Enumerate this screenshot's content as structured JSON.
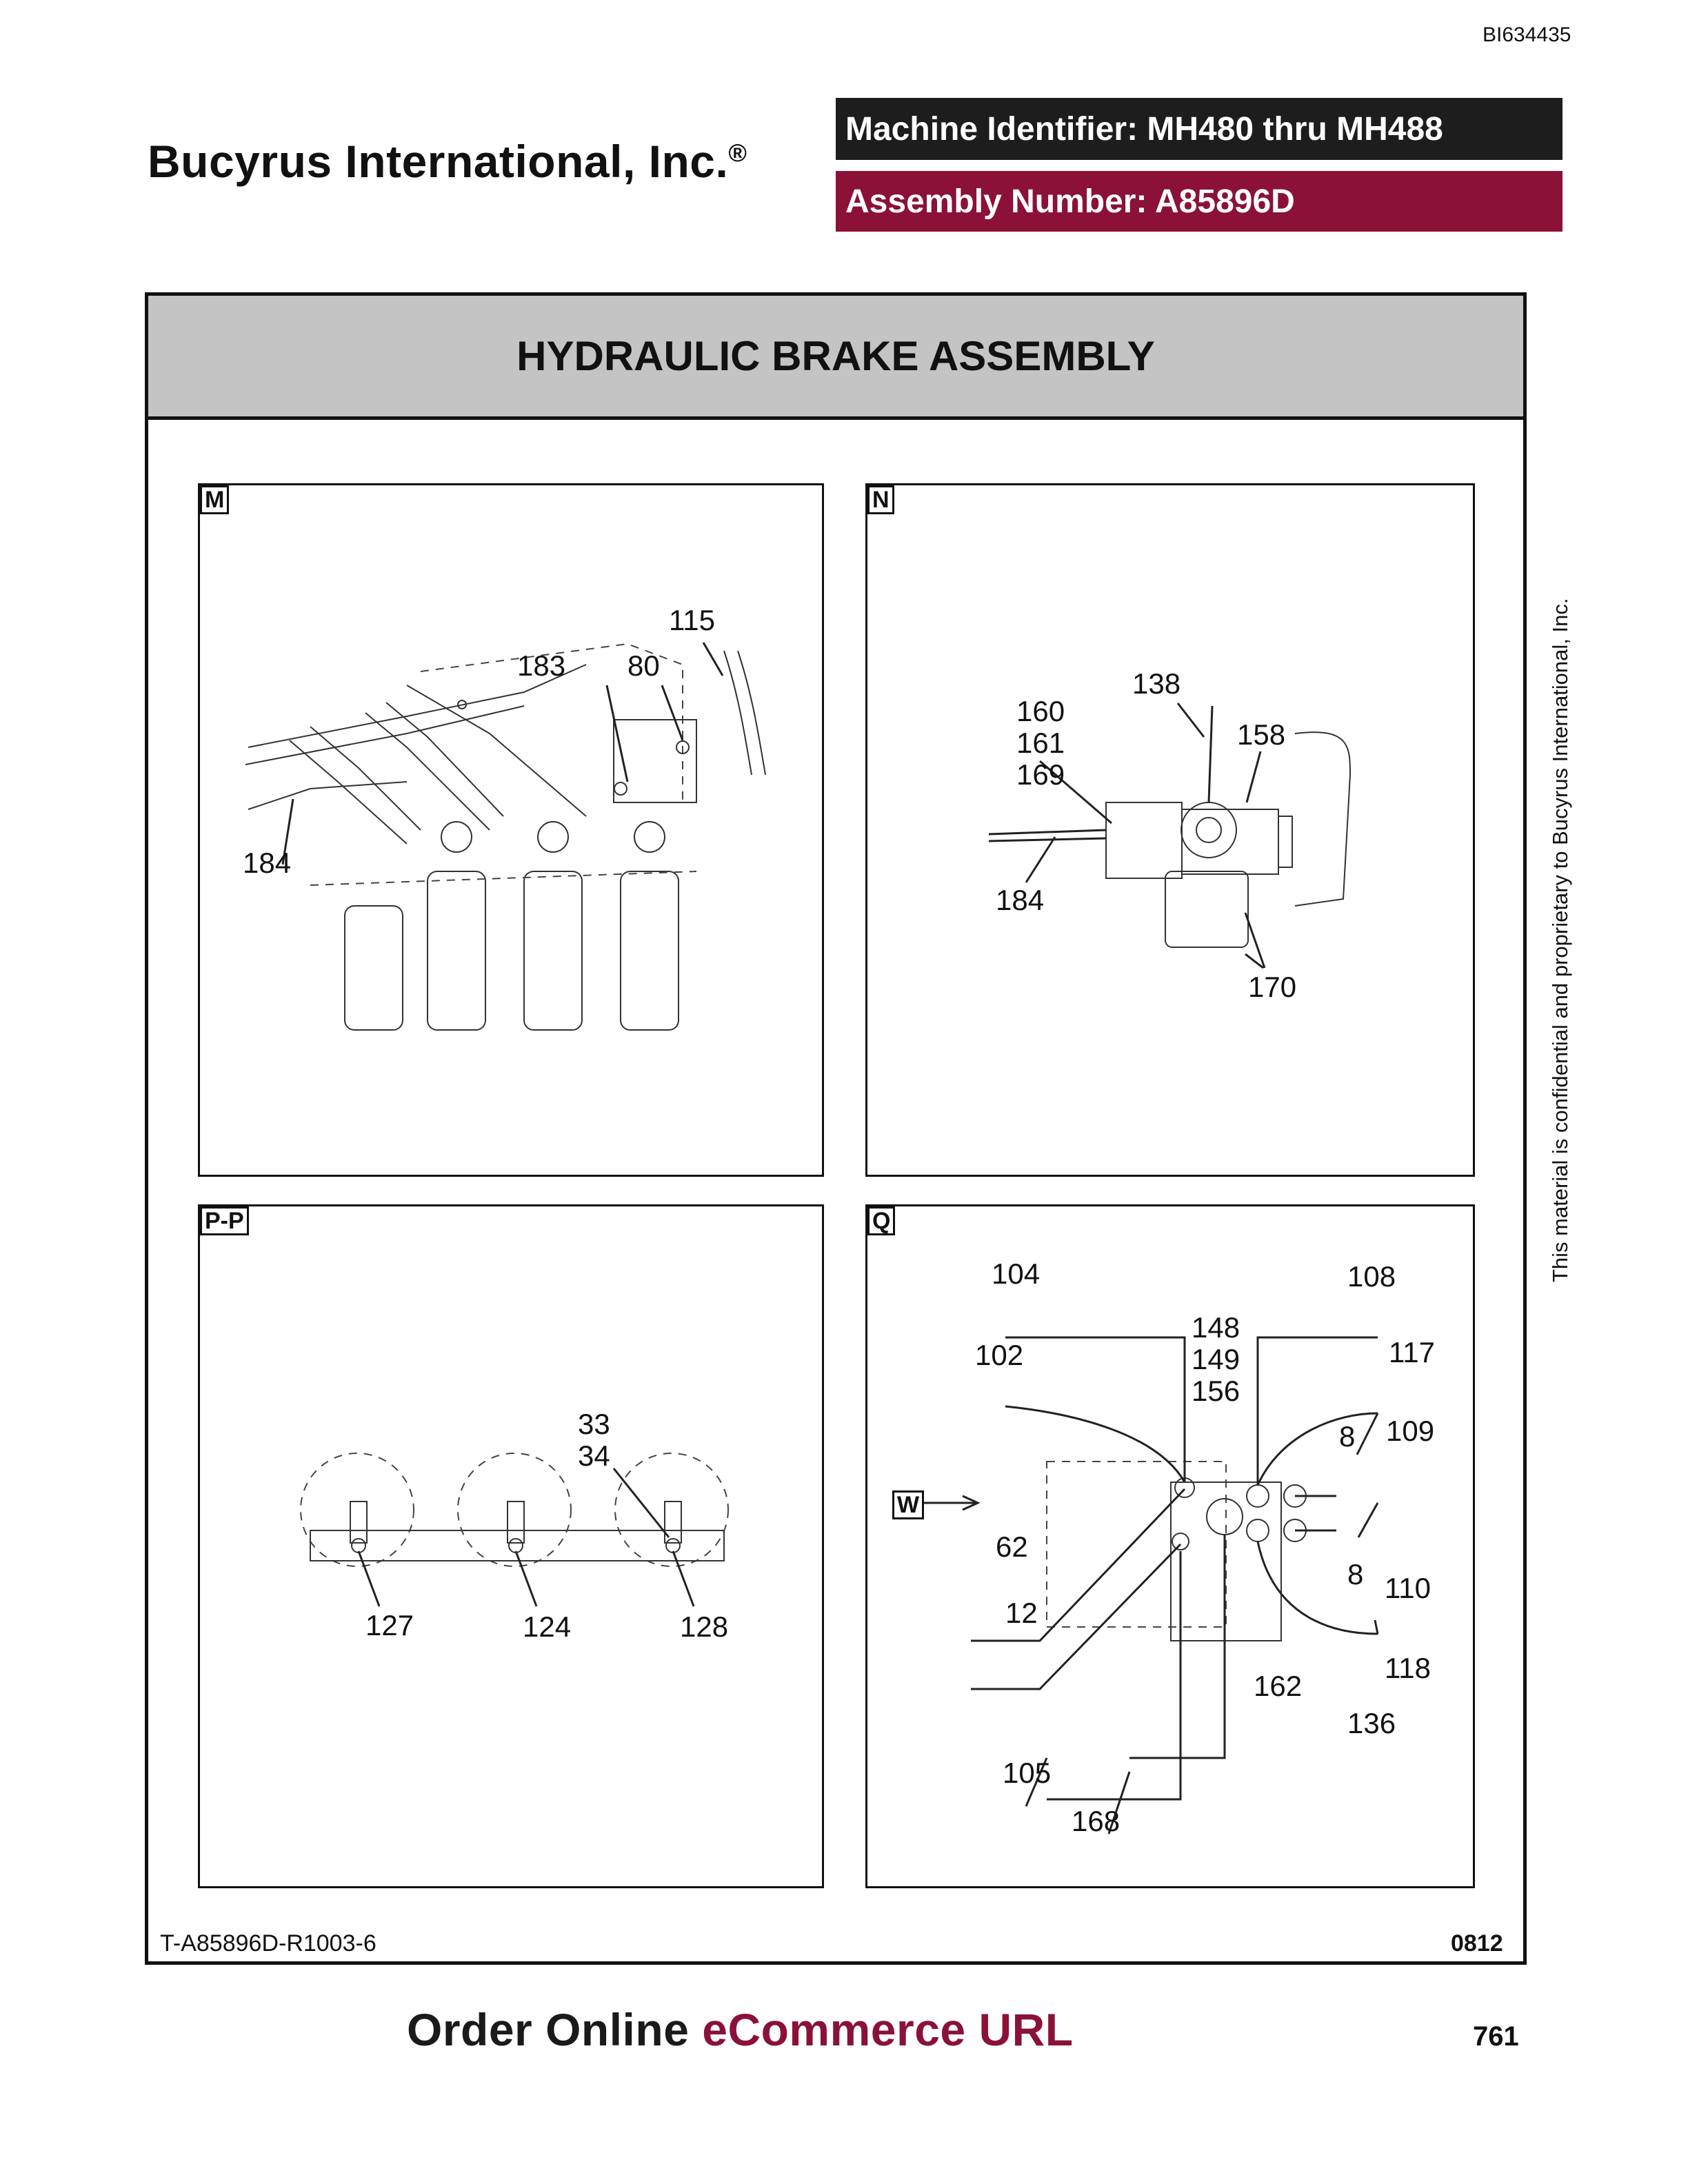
{
  "doc_id": "BI634435",
  "header": {
    "company": "Bucyrus International, Inc.",
    "trademark": "®",
    "machine_identifier": "Machine Identifier: MH480 thru MH488",
    "assembly_number": "Assembly Number: A85896D"
  },
  "title": "HYDRAULIC BRAKE ASSEMBLY",
  "panels": {
    "m": {
      "tag": "M",
      "callouts": {
        "c115": "115",
        "c183": "183",
        "c80": "80",
        "c184": "184"
      }
    },
    "n": {
      "tag": "N",
      "callouts": {
        "c138": "138",
        "c160": "160",
        "c161": "161",
        "c169": "169",
        "c158": "158",
        "c184": "184",
        "c170": "170"
      }
    },
    "pp": {
      "tag": "P-P",
      "callouts": {
        "c33": "33",
        "c34": "34",
        "c127": "127",
        "c124": "124",
        "c128": "128"
      }
    },
    "q": {
      "tag": "Q",
      "view_ref": "W",
      "callouts": {
        "c104": "104",
        "c108": "108",
        "c148": "148",
        "c149": "149",
        "c156": "156",
        "c102": "102",
        "c117": "117",
        "c8a": "8",
        "c109": "109",
        "c62": "62",
        "c8b": "8",
        "c110": "110",
        "c12": "12",
        "c118": "118",
        "c162": "162",
        "c136": "136",
        "c105": "105",
        "c168": "168"
      }
    }
  },
  "footer": {
    "drawing_id": "T-A85896D-R1003-6",
    "revision": "0812",
    "order_text_dark": "Order Online ",
    "order_text_accent": "eCommerce URL",
    "page_number": "761"
  },
  "side_note": "This material is confidential and proprietary to Bucyrus International, Inc.",
  "colors": {
    "brand_red": "#8b1137",
    "machine_bar": "#1d1d1d",
    "title_band": "#c4c4c4"
  }
}
